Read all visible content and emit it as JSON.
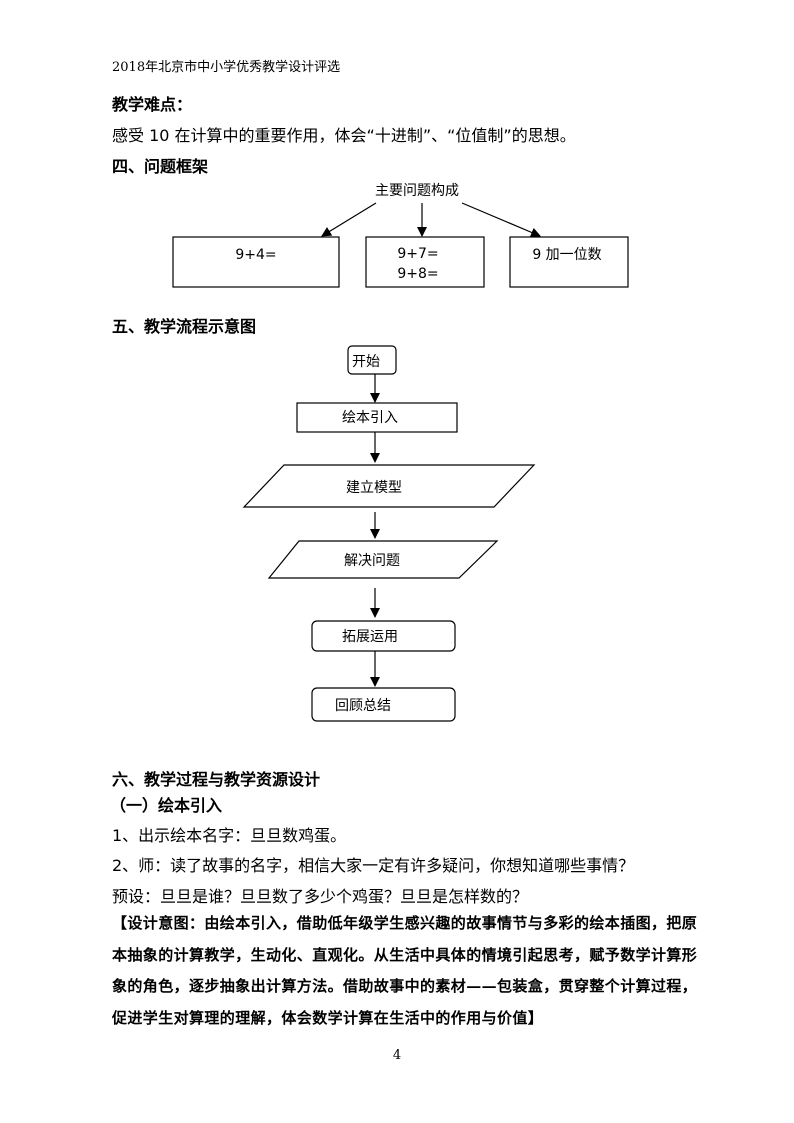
{
  "header": "2018年北京市中小学优秀教学设计评选",
  "difficulty_heading": "教学难点：",
  "difficulty_text": "感受 10 在计算中的重要作用，体会“十进制”、“位值制”的思想。",
  "section4_heading": "四、问题框架",
  "framework": {
    "root": "主要问题构成",
    "box1": "9+4=",
    "box2_line1": "9+7=",
    "box2_line2": "9+8=",
    "box3": "9 加一位数"
  },
  "section5_heading": "五、教学流程示意图",
  "flow": {
    "start": "开始",
    "step1": "绘本引入",
    "step2": "建立模型",
    "step3": "解决问题",
    "step4": "拓展运用",
    "step5": "回顾总结"
  },
  "section6_heading": "六、教学过程与教学资源设计",
  "sub1_heading": "（一）绘本引入",
  "item1": "1、出示绘本名字：旦旦数鸡蛋。",
  "item2": "2、师：读了故事的名字，相信大家一定有许多疑问，你想知道哪些事情？",
  "preset": "预设：旦旦是谁？旦旦数了多少个鸡蛋？旦旦是怎样数的？",
  "design_note": "【设计意图：由绘本引入，借助低年级学生感兴趣的故事情节与多彩的绘本插图，把原本抽象的计算教学，生动化、直观化。从生活中具体的情境引起思考，赋予数学计算形象的角色，逐步抽象出计算方法。借助故事中的素材——包装盒，贯穿整个计算过程，促进学生对算理的理解，体会数学计算在生活中的作用与价值】",
  "page_number": "4"
}
